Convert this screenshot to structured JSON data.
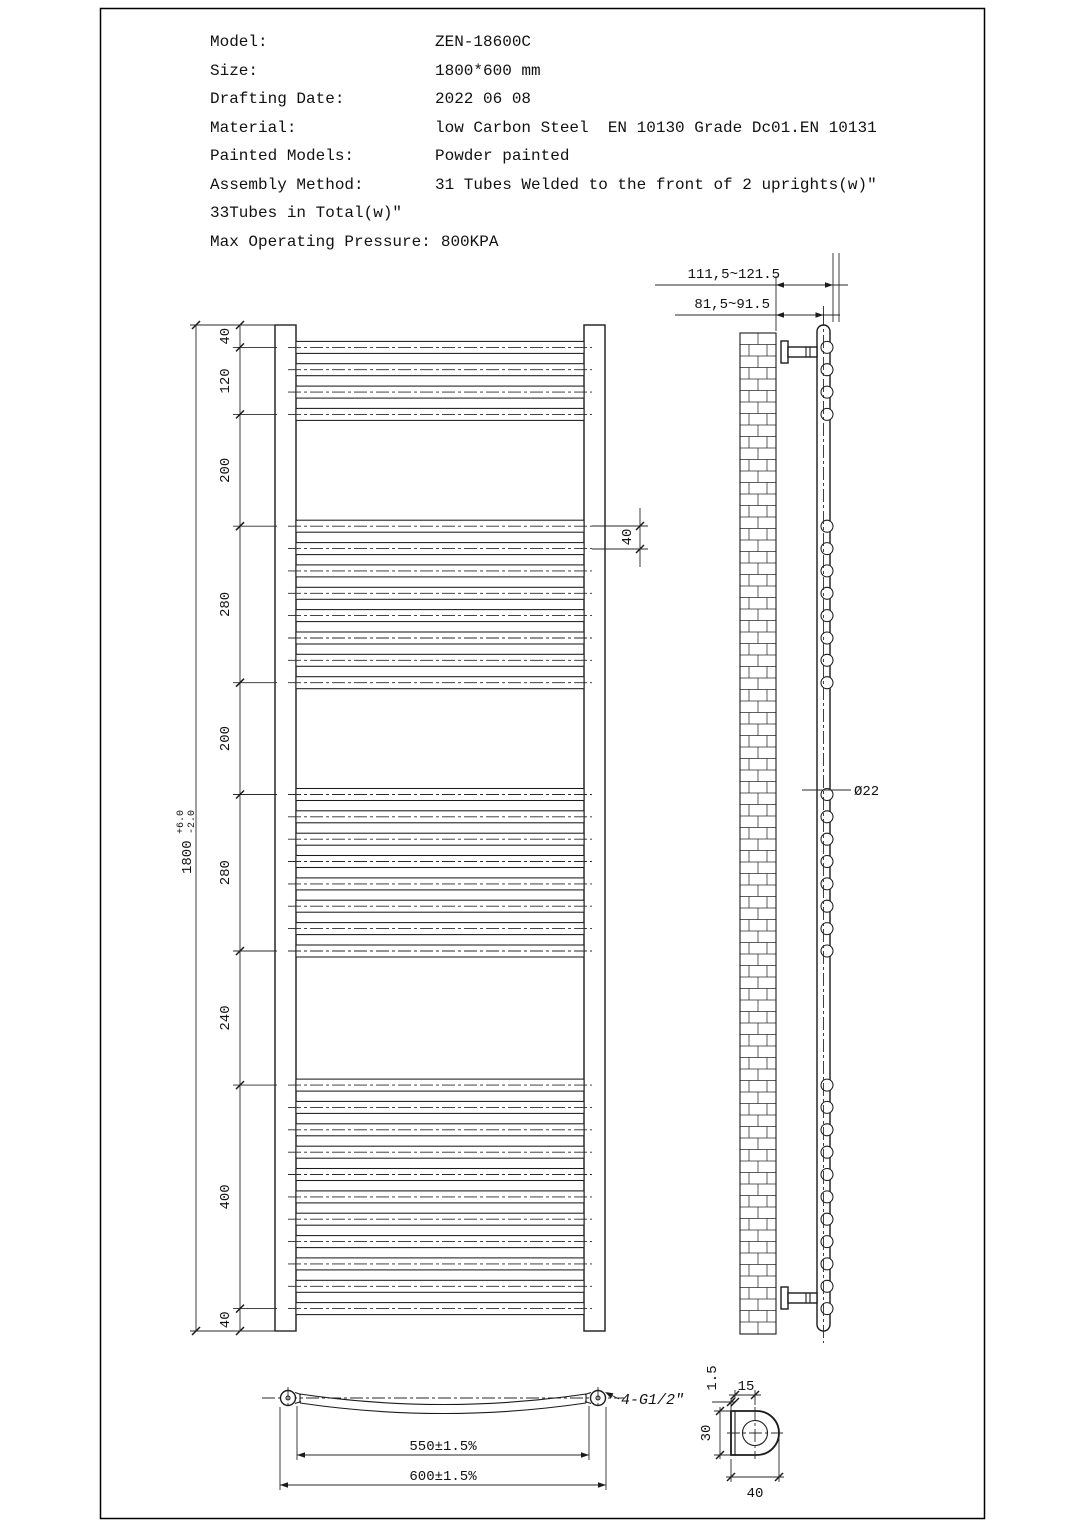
{
  "title_block": {
    "rows": [
      {
        "label": "Model:",
        "value": "ZEN-18600C"
      },
      {
        "label": "Size:",
        "value": "1800*600 mm"
      },
      {
        "label": "Drafting Date:",
        "value": "2022 06 08"
      },
      {
        "label": "Material:",
        "value": "low Carbon Steel  EN 10130 Grade Dc01.EN 10131"
      },
      {
        "label": "Painted Models:",
        "value": "Powder painted"
      },
      {
        "label": "Assembly Method:",
        "value": "31 Tubes Welded to the front of 2 uprights(w)″"
      }
    ],
    "continuation_line": "33Tubes in Total(w)″",
    "pressure": {
      "label": "Max Operating Pressure:",
      "value": "800KPA"
    }
  },
  "front_view": {
    "overall_dimension": {
      "value": "1800",
      "tol_plus": "+6.0",
      "tol_minus": "-2.0"
    },
    "segment_dimensions": [
      "40",
      "120",
      "200",
      "280",
      "200",
      "280",
      "240",
      "400",
      "40"
    ],
    "pitch_dimension": "40",
    "tube_groups": [
      4,
      8,
      8,
      11
    ],
    "tube_count_total": 31
  },
  "side_view": {
    "dim_outer": "111,5~121.5",
    "dim_inner": "81,5~91.5",
    "tube_diameter_label": "Ø22"
  },
  "bottom_view": {
    "dim_inner": "550±1.5%",
    "dim_outer": "600±1.5%",
    "fitting_label": "4-G1/2″"
  },
  "detail_view": {
    "wall_thickness": "1.5",
    "offset_top": "15",
    "height": "30",
    "width": "40"
  }
}
